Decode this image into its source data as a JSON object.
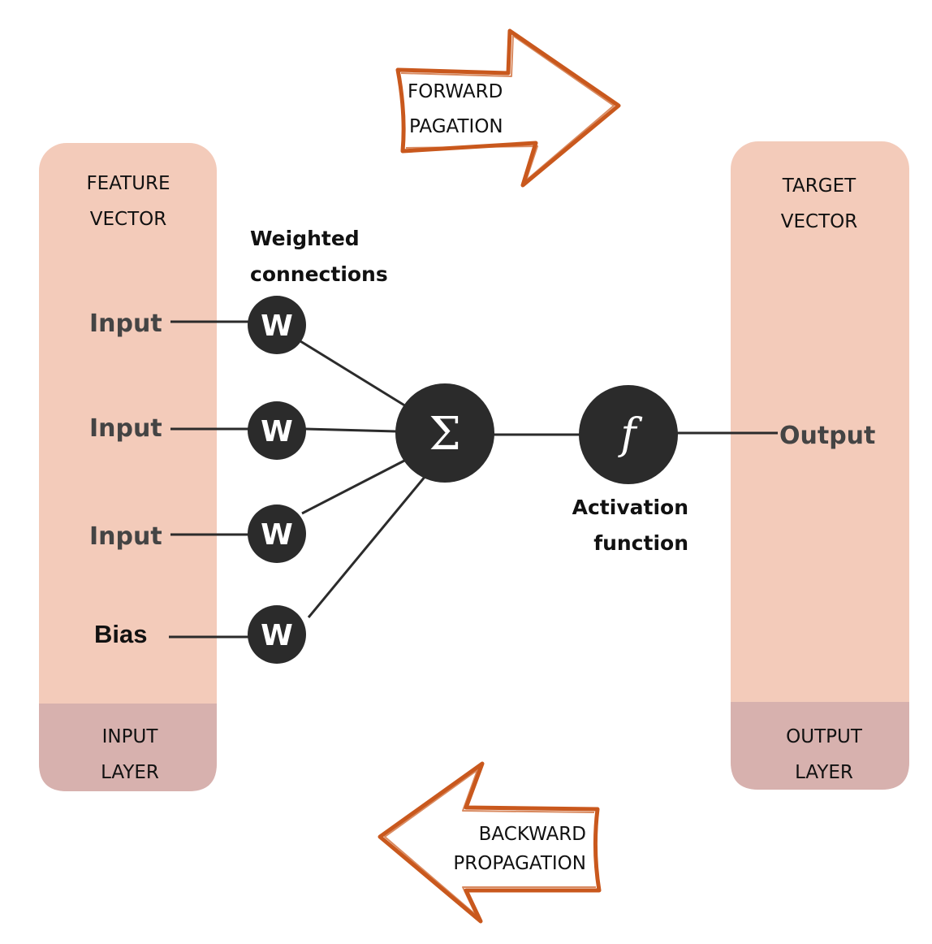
{
  "colors": {
    "panel": "#f3cbba",
    "panel_footer": "#d7b1ae",
    "node": "#2b2b2b",
    "arrow_outline": "#c9581d",
    "line": "#2b2b2b"
  },
  "input_panel": {
    "header_line1": "FEATURE",
    "header_line2": "VECTOR",
    "footer_line1": "INPUT",
    "footer_line2": "LAYER"
  },
  "output_panel": {
    "header_line1": "TARGET",
    "header_line2": "VECTOR",
    "footer_line1": "OUTPUT",
    "footer_line2": "LAYER"
  },
  "weighted_label": {
    "line1": "Weighted",
    "line2": "connections"
  },
  "inputs": [
    "Input",
    "Input",
    "Input"
  ],
  "bias_label": "Bias",
  "weight_symbol": "W",
  "sum_symbol": "Σ",
  "activation_symbol": "f",
  "activation_label": {
    "line1": "Activation",
    "line2": "function"
  },
  "output_label": "Output",
  "forward_arrow": {
    "line1": "FORWARD",
    "line2": "PAGATION"
  },
  "backward_arrow": {
    "line1": "BACKWARD",
    "line2": "PROPAGATION"
  }
}
